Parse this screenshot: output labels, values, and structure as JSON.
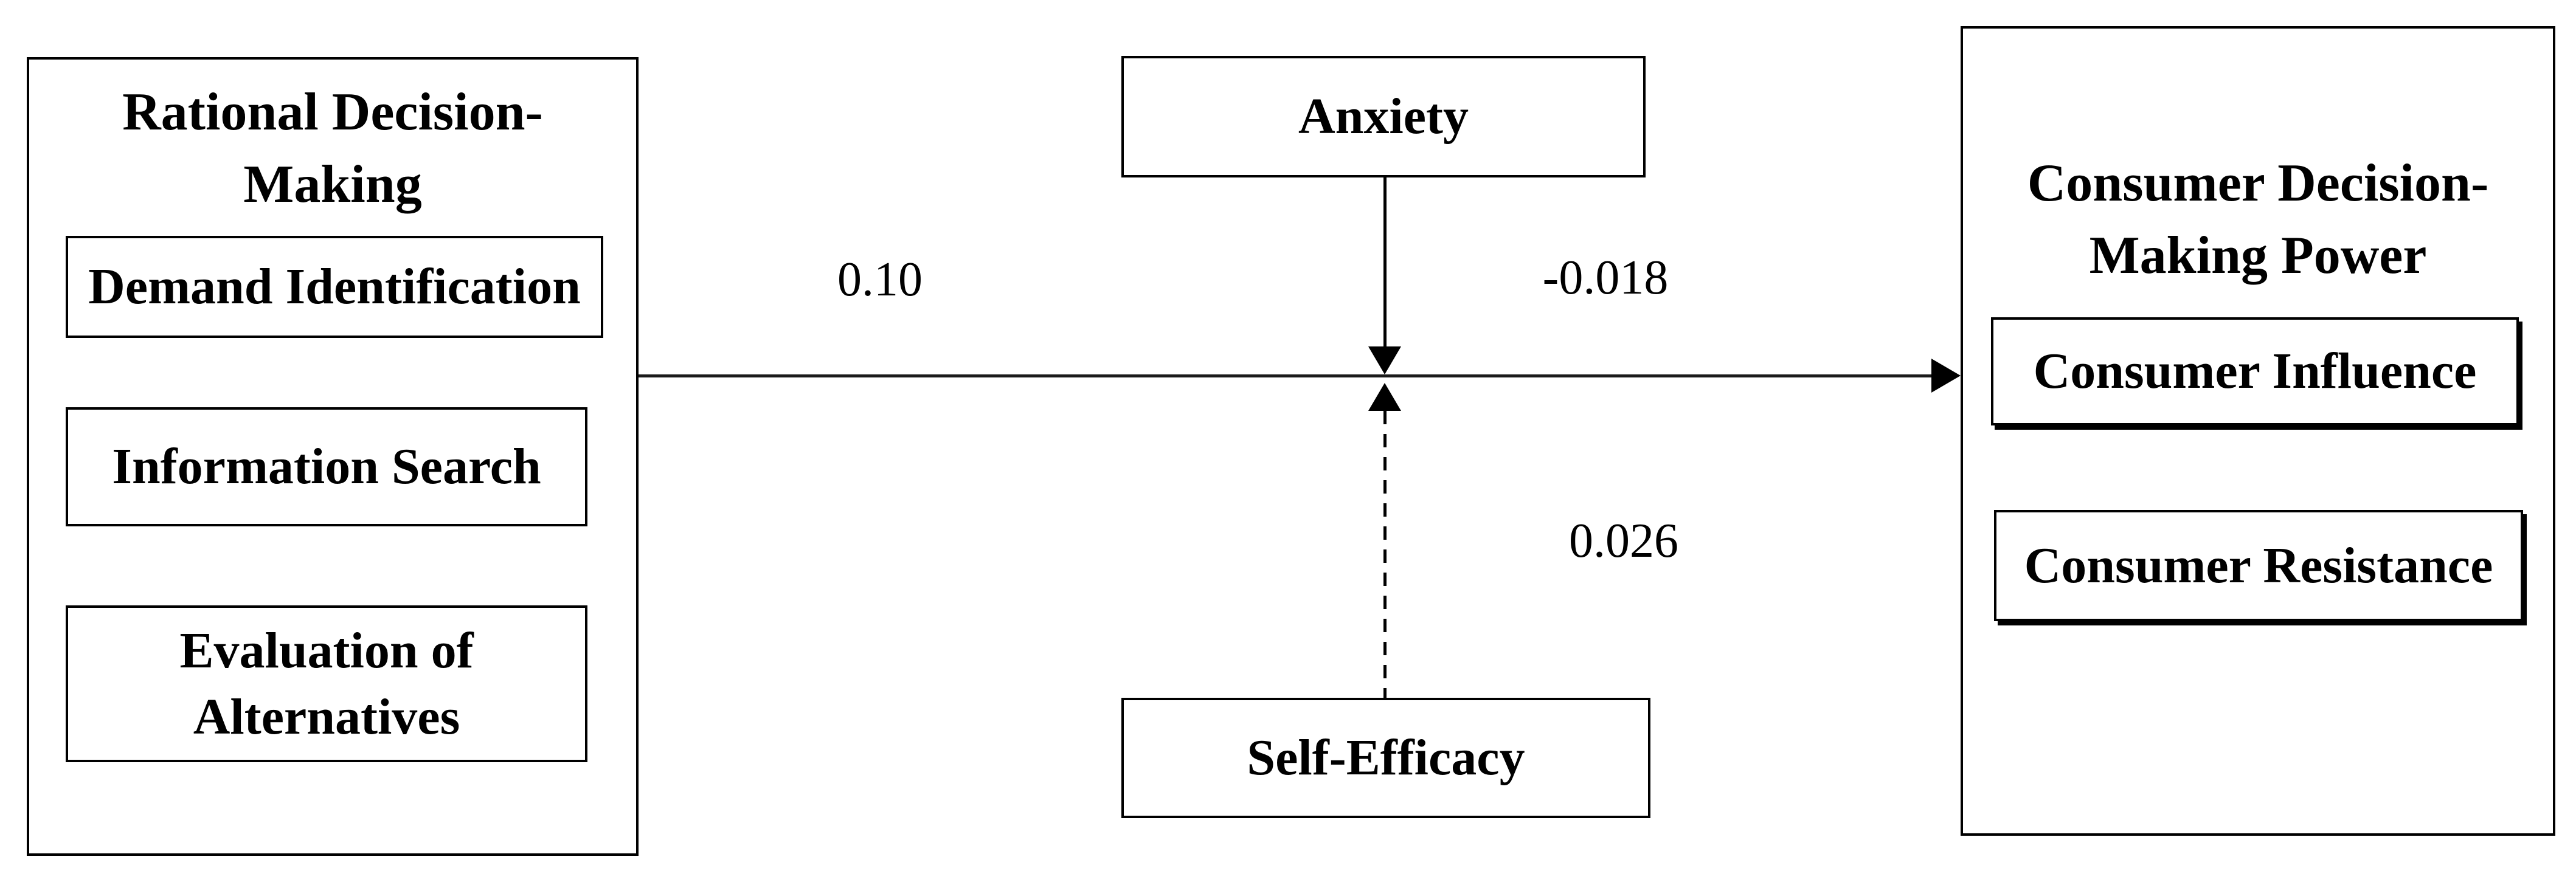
{
  "diagram": {
    "background_color": "#ffffff",
    "border_color": "#000000",
    "text_color": "#000000",
    "left_panel": {
      "title": "Rational Decision-Making",
      "items": [
        {
          "label": "Demand Identification"
        },
        {
          "label": "Information Search"
        },
        {
          "label": "Evaluation of Alternatives"
        }
      ]
    },
    "moderators": {
      "anxiety": {
        "label": "Anxiety",
        "coefficient": "-0.018",
        "arrow_style": "solid"
      },
      "self_efficacy": {
        "label": "Self-Efficacy",
        "coefficient": "0.026",
        "arrow_style": "dashed"
      }
    },
    "main_path": {
      "coefficient": "0.10",
      "arrow_style": "solid"
    },
    "right_panel": {
      "title": "Consumer Decision-Making Power",
      "items": [
        {
          "label": "Consumer Influence"
        },
        {
          "label": "Consumer Resistance"
        }
      ]
    }
  }
}
